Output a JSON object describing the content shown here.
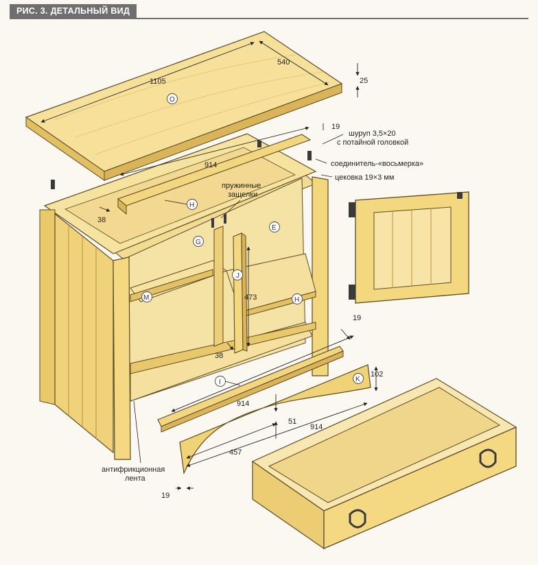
{
  "figure_title": "РИС. 3. ДЕТАЛЬНЫЙ ВИД",
  "colors": {
    "wood_light": "#f8e39a",
    "wood_mid": "#edcf72",
    "wood_dark": "#d9b458",
    "wood_edge": "#c39a3d",
    "outline": "#5b4a22",
    "hardware": "#3a3a3a",
    "header_bg": "#6f6f6f"
  },
  "dimensions": {
    "top_length": "1105",
    "top_width": "540",
    "top_thickness": "25",
    "rail_length": "914",
    "rail_width": "38",
    "rail_thickness": "19",
    "divider_height": "473",
    "divider_width": "38",
    "front_rail_length": "914",
    "apron_height": "102",
    "apron_length": "914",
    "apron_center": "457",
    "apron_arc_rise": "51",
    "apron_thickness": "19"
  },
  "callouts": {
    "screw": [
      "шуруп 3,5×20",
      "с потайной головкой"
    ],
    "connector": "соединитель-«восьмерка»",
    "bead": "цековка 19×3 мм",
    "latches": [
      "пружинные",
      "защелки"
    ],
    "tape": [
      "антифрикционная",
      "лента"
    ]
  },
  "part_letters": {
    "top": "O",
    "rail_top": "H",
    "shelf_left": "G",
    "side_right": "E",
    "divider": "J",
    "shelf_left_lower": "M",
    "shelf_right": "H",
    "rail_front": "I",
    "apron": "K"
  }
}
